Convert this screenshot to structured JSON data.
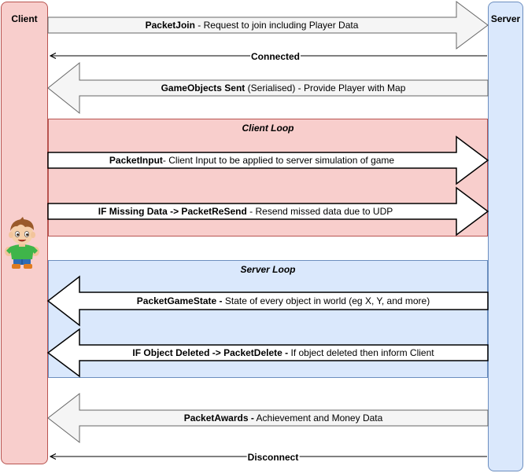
{
  "lanes": {
    "client": "Client",
    "server": "Server"
  },
  "groups": {
    "client_loop": "Client Loop",
    "server_loop": "Server Loop"
  },
  "messages": {
    "join": {
      "name": "PacketJoin",
      "desc": " - Request to join including Player Data"
    },
    "connected": {
      "name": "Connected"
    },
    "gameobjects": {
      "name": "GameObjects Sent",
      "desc": " (Serialised) - Provide Player with Map"
    },
    "input": {
      "name": "PacketInput",
      "desc": "- Client Input to be applied to server simulation of game"
    },
    "resend": {
      "name": "IF Missing Data -> PacketReSend",
      "desc": " - Resend missed data due to UDP"
    },
    "gamestate": {
      "name": "PacketGameState -",
      "desc": " State of every object in world (eg X, Y, and more)"
    },
    "delete": {
      "name": "IF Object Deleted -> PacketDelete -",
      "desc": " If object deleted then inform Client"
    },
    "awards": {
      "name": "PacketAwards -",
      "desc": " Achievement and Money Data"
    },
    "disconnect": {
      "name": "Disconnect"
    }
  },
  "colors": {
    "client_fill": "#f8cecc",
    "client_stroke": "#b85450",
    "server_fill": "#dae8fc",
    "server_stroke": "#6c8ebf",
    "arrow_grey": "#f5f5f5",
    "arrow_grey_stroke": "#666666",
    "arrow_white": "#ffffff",
    "arrow_white_stroke": "#000000"
  },
  "icons": {
    "client_avatar": "boy-character-icon"
  }
}
